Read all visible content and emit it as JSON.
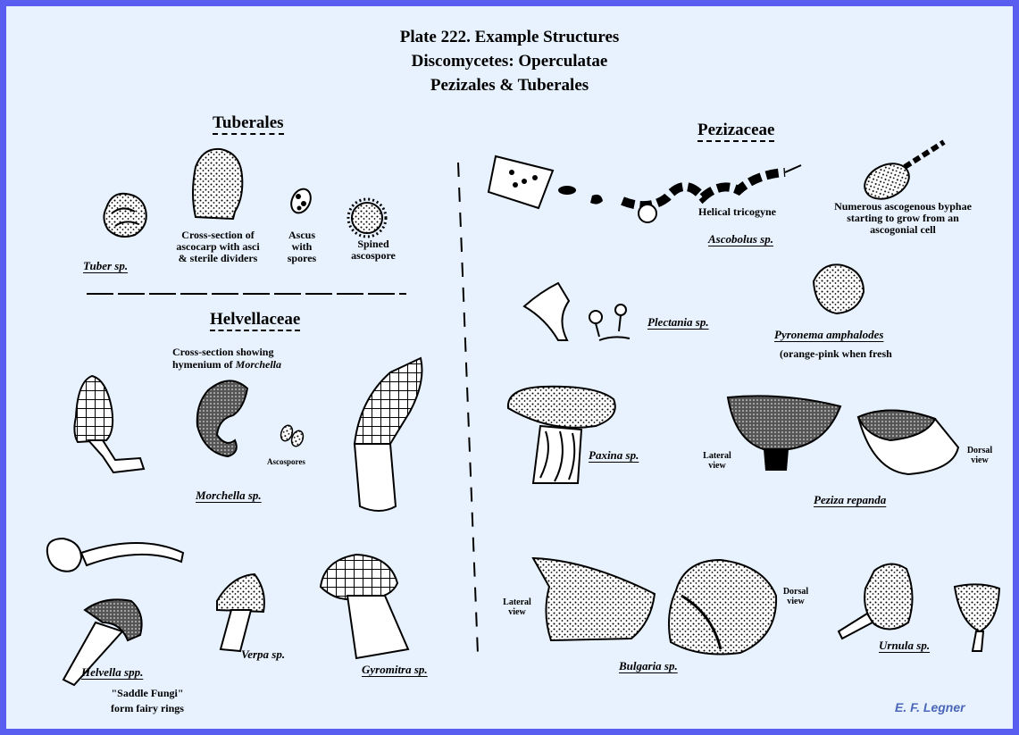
{
  "plate": {
    "title_line1": "Plate 222.  Example Structures",
    "title_line2": "Discomycetes:  Operculatae",
    "title_line3": "Pezizales & Tuberales"
  },
  "sections": {
    "tuberales": "Tuberales",
    "helvellaceae": "Helvellaceae",
    "pezizaceae": "Pezizaceae"
  },
  "labels": {
    "cross_section_ascocarp": "Cross-section of ascocarp with asci & sterile dividers",
    "ascus_with_spores": "Ascus with spores",
    "spined_ascospore": "Spined ascospore",
    "cross_section_hymenium_prefix": "Cross-section showing hymenium of ",
    "cross_section_hymenium_genus": "Morchella",
    "ascospores": "Ascospores",
    "saddle_fungi_line1": "\"Saddle Fungi\"",
    "saddle_fungi_line2": "form fairy rings",
    "helical_tricogyne": "Helical tricogyne",
    "numerous_ascogenous": "Numerous ascogenous byphae starting to grow from an ascogonial cell",
    "orange_pink": "(orange-pink when fresh",
    "lateral_view": "Lateral view",
    "dorsal_view": "Dorsal view"
  },
  "species": {
    "tuber": "Tuber sp.",
    "morchella": "Morchella sp.",
    "helvella": "Helvella spp.",
    "verpa": "Verpa sp.",
    "gyromitra": "Gyromitra sp.",
    "ascobolus": "Ascobolus sp.",
    "plectania": "Plectania sp.",
    "pyronema": "Pyronema amphalodes",
    "paxina": "Paxina sp.",
    "peziza": "Peziza repanda",
    "bulgaria": "Bulgaria sp.",
    "urnula": "Urnula sp."
  },
  "credit": "E. F. Legner",
  "colors": {
    "border": "#5a5ef0",
    "background": "#e8f2fe",
    "credit": "#4a67b8"
  }
}
